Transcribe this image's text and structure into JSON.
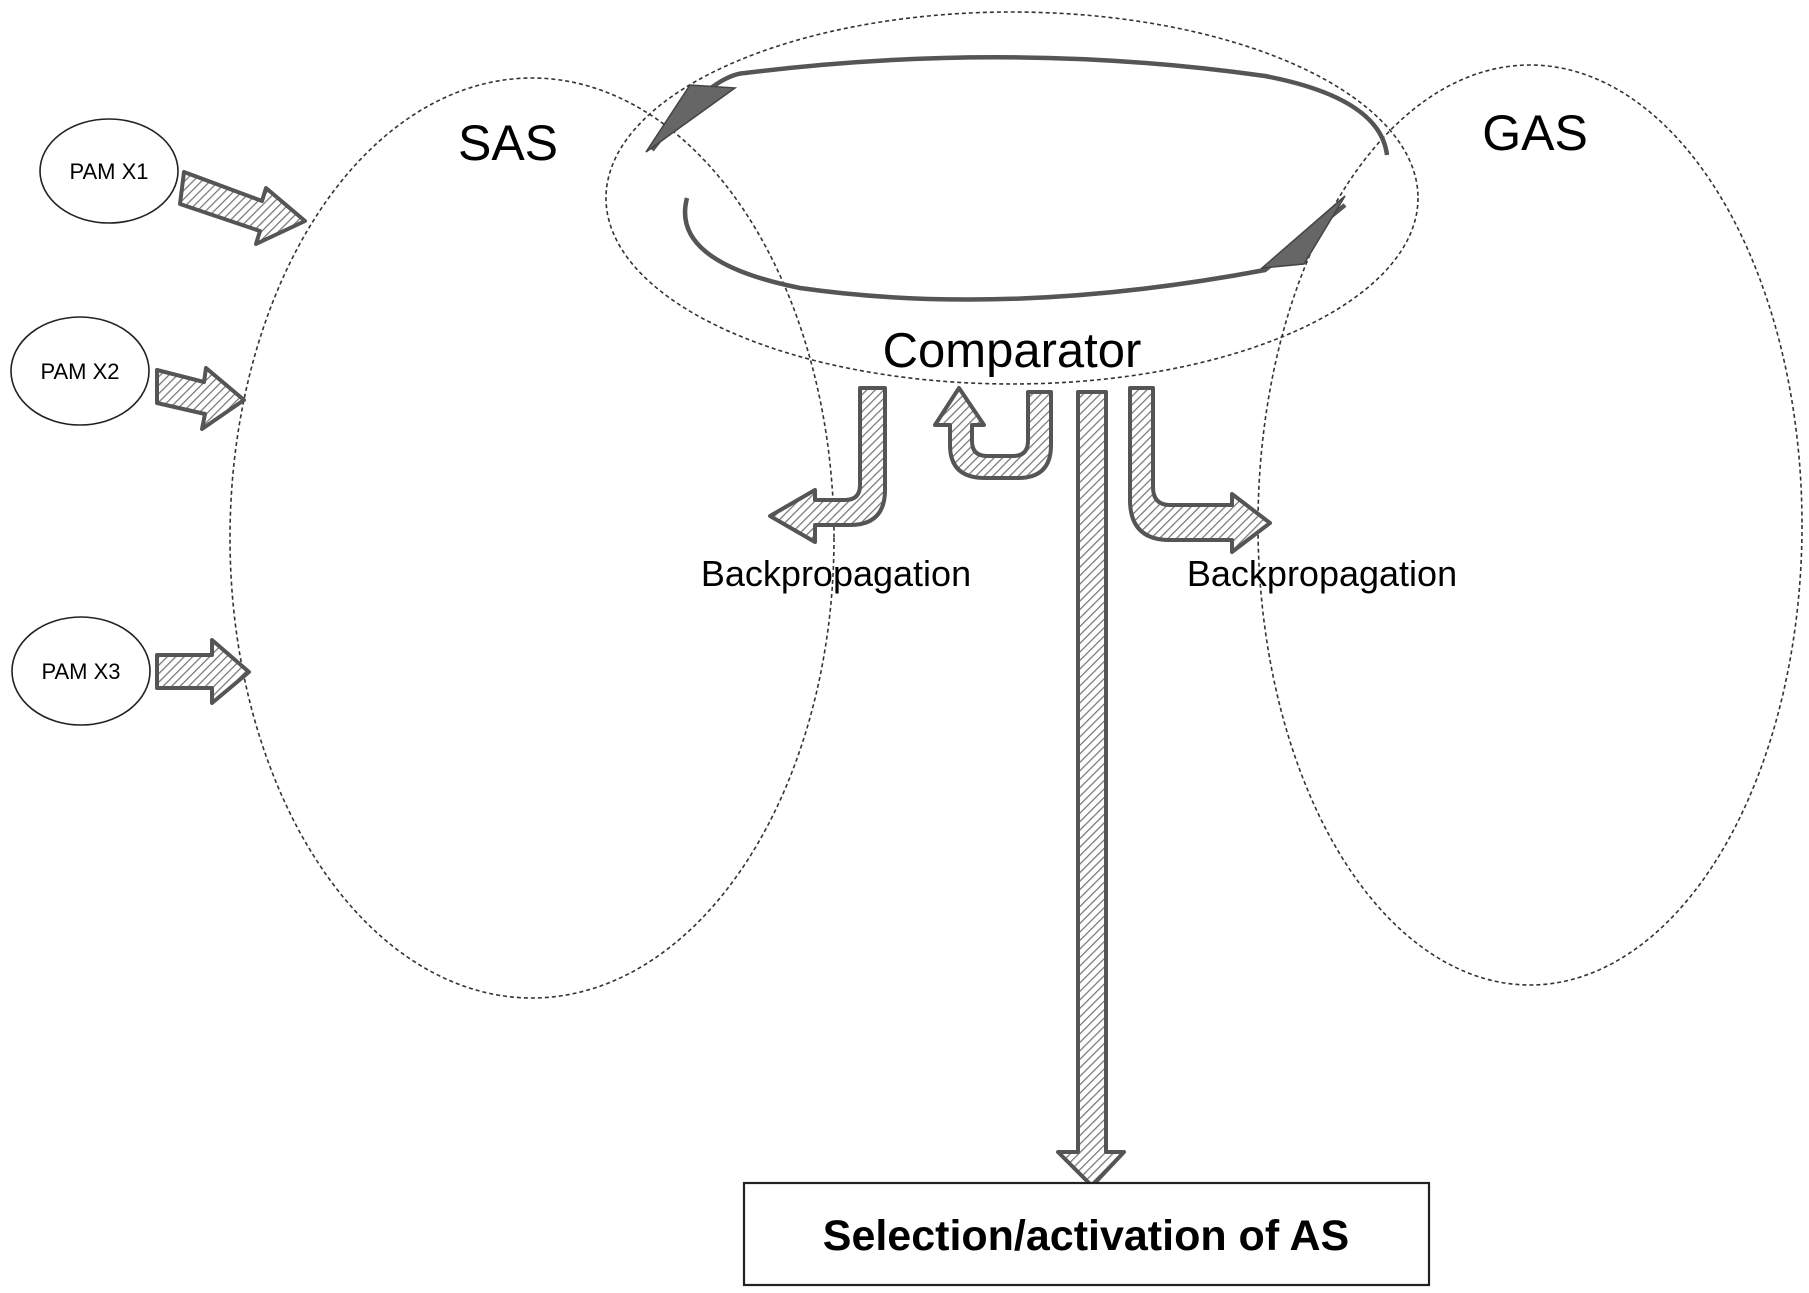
{
  "diagram": {
    "sas_label": "SAS",
    "gas_label": "GAS",
    "comparator_label": "Comparator",
    "backprop_left_label": "Backpropagation",
    "backprop_right_label": "Backpropagation",
    "output_label": "Selection/activation of AS",
    "inputs": [
      {
        "label": "PAM X1"
      },
      {
        "label": "PAM X2"
      },
      {
        "label": "PAM X3"
      }
    ]
  },
  "colors": {
    "arrow_stroke": "#555555",
    "hatch": "#777777",
    "outline": "#333333"
  }
}
